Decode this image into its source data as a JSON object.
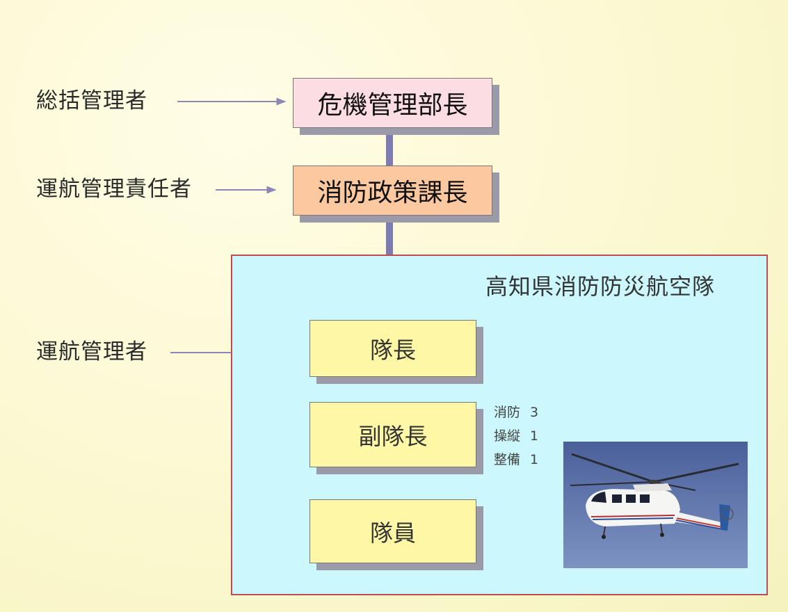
{
  "roles": {
    "general_manager": "総括管理者",
    "operations_responsible": "運航管理責任者",
    "operations_manager": "運航管理者"
  },
  "positions": {
    "crisis_director": "危機管理部長",
    "fire_policy_chief": "消防政策課長",
    "captain": "隊長",
    "vice_captain": "副隊長",
    "member": "隊員"
  },
  "team": {
    "name": "高知県消防防災航空隊"
  },
  "crew": [
    {
      "role": "消防",
      "count": "3"
    },
    {
      "role": "操縦",
      "count": "1"
    },
    {
      "role": "整備",
      "count": "1"
    }
  ],
  "colors": {
    "crisis_box": "#fbdde3",
    "policy_box": "#fcc8a0",
    "team_box": "#fdf7a6",
    "panel": "#ccf7fc",
    "panel_border": "#c24a55",
    "connector": "#7c7cb2",
    "arrow": "#8c86b6"
  }
}
